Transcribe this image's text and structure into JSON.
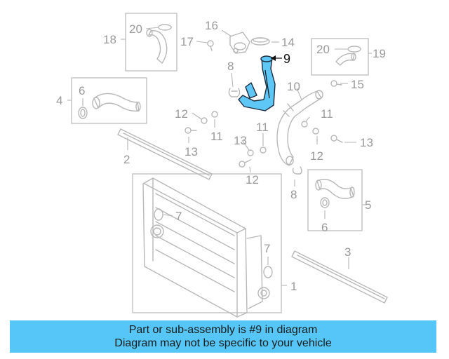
{
  "diagram": {
    "callouts": {
      "c1": "1",
      "c2": "2",
      "c3": "3",
      "c4": "4",
      "c5": "5",
      "c6a": "6",
      "c6b": "6",
      "c7a": "7",
      "c7b": "7",
      "c8a": "8",
      "c8b": "8",
      "c9": "9",
      "c10": "10",
      "c11a": "11",
      "c11b": "11",
      "c11c": "11",
      "c12a": "12",
      "c12b": "12",
      "c12c": "12",
      "c13a": "13",
      "c13b": "13",
      "c13c": "13",
      "c14": "14",
      "c15": "15",
      "c16": "16",
      "c17": "17",
      "c18": "18",
      "c19": "19",
      "c20a": "20",
      "c20b": "20"
    },
    "highlight_color": "#5FC7F5",
    "highlighted_part": "9"
  },
  "banner": {
    "line1": "Part or sub-assembly is #9 in diagram",
    "line2": "Diagram may not be specific to your vehicle",
    "background": "#56C5F7"
  }
}
